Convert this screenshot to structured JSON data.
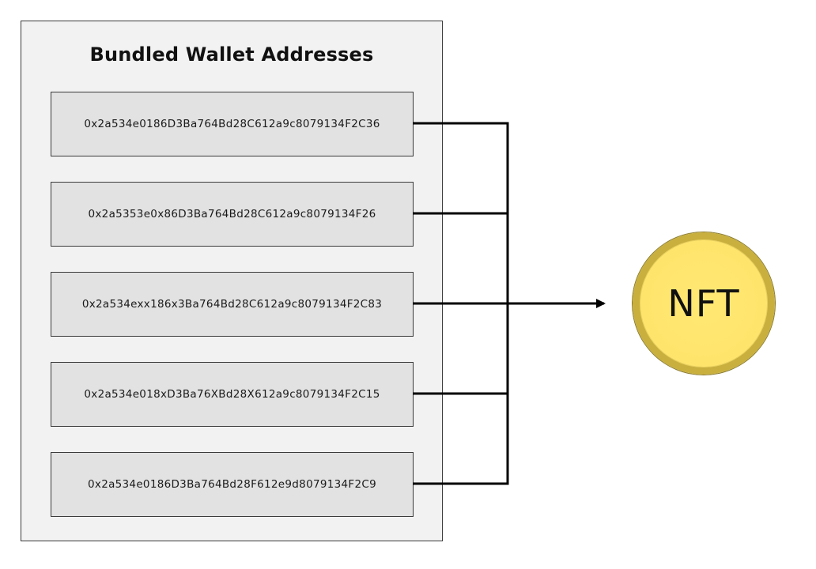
{
  "panel": {
    "title": "Bundled Wallet Addresses",
    "addresses": [
      "0x2a534e0186D3Ba764Bd28C612a9c8079134F2C36",
      "0x2a5353e0x86D3Ba764Bd28C612a9c8079134F26",
      "0x2a534exx186x3Ba764Bd28C612a9c8079134F2C83",
      "0x2a534e018xD3Ba76XBd28X612a9c8079134F2C15",
      "0x2a534e0186D3Ba764Bd28F612e9d8079134F2C9"
    ]
  },
  "target": {
    "label": "NFT"
  },
  "colors": {
    "panel_bg": "#f2f2f2",
    "box_bg": "#e2e2e2",
    "line": "#000000",
    "nft_fill": "#ffe46b",
    "nft_rim": "#c9b03e"
  }
}
